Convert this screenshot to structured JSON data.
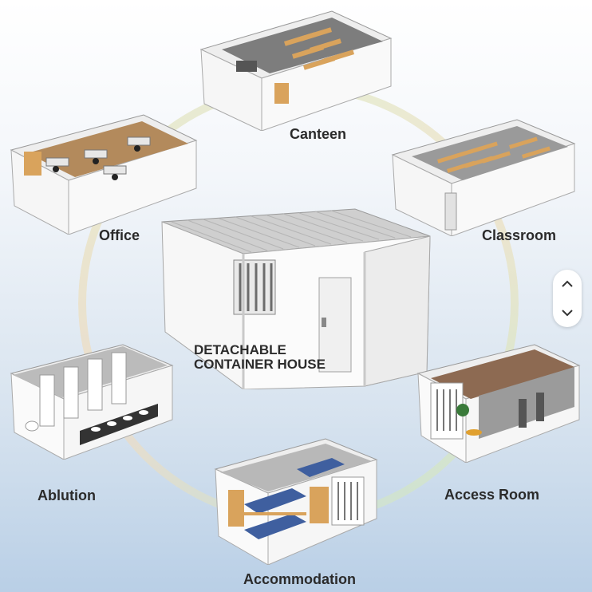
{
  "center": {
    "title_line1": "DETACHABLE",
    "title_line2": "CONTAINER HOUSE"
  },
  "rooms": {
    "canteen": "Canteen",
    "classroom": "Classroom",
    "office": "Office",
    "ablution": "Ablution",
    "access_room": "Access Room",
    "accommodation": "Accommodation"
  },
  "controls": {
    "scroll_up_icon": "chevron-up-icon",
    "scroll_down_icon": "chevron-down-icon"
  },
  "colors": {
    "wall": "#f4f4f4",
    "floor": "#8a8a8a",
    "wood": "#d8a868",
    "bed": "#3f5f9f"
  }
}
